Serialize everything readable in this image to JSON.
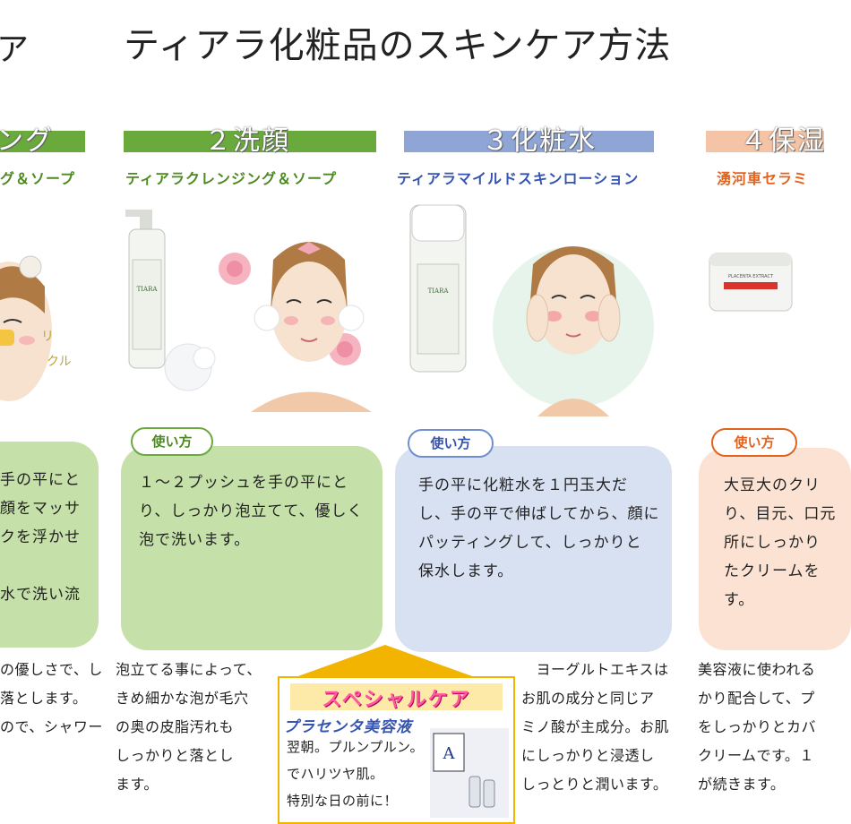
{
  "page": {
    "left_title_fragment": "ア",
    "title": "ティアラ化粧品のスキンケア方法"
  },
  "steps": [
    {
      "label": "ング",
      "product": "グ＆ソープ",
      "usage_tag": "",
      "usage_lines": [
        "手の平にと",
        "顔をマッサ",
        "クを浮かせ",
        "",
        "水で洗い流"
      ],
      "desc_lines": [
        "の優しさで、し",
        "落とします。",
        "ので、シャワー"
      ],
      "bar_color": "#6aaa3c",
      "text_color": "#4d8a22",
      "box_color": "#c5e0a9"
    },
    {
      "label": "２洗顔",
      "product": "ティアラクレンジング＆ソープ",
      "usage_tag": "使い方",
      "usage_lines": [
        "１〜２プッシュを手の平にと",
        "り、しっかり泡立てて、優しく",
        "泡で洗います。"
      ],
      "desc_lines": [
        "泡立てる事によって、",
        "きめ細かな泡が毛穴",
        "の奥の皮脂汚れも",
        "しっかりと落とし",
        "ます。"
      ],
      "bar_color": "#6aaa3c",
      "text_color": "#4d8a22",
      "box_color": "#c5e0a9"
    },
    {
      "label": "３化粧水",
      "product": "ティアラマイルドスキンローション",
      "usage_tag": "使い方",
      "usage_lines": [
        "手の平に化粧水を１円玉大だ",
        "し、手の平で伸ばしてから、顔に",
        "パッティングして、しっかりと",
        "保水します。"
      ],
      "desc_lines": [
        "　ヨーグルトエキスは",
        "お肌の成分と同じア",
        "ミノ酸が主成分。お肌",
        "にしっかりと浸透し",
        "しっとりと潤います。"
      ],
      "bar_color": "#8ea5d6",
      "text_color": "#3553b0",
      "box_color": "#d8e1f2"
    },
    {
      "label": "４保湿",
      "product": "湧河車セラミ",
      "usage_tag": "使い方",
      "usage_lines": [
        "大豆大のクリ",
        "り、目元、口元",
        "所にしっかり",
        "たクリームを",
        "す。"
      ],
      "desc_lines": [
        "美容液に使われる",
        "かり配合して、プ",
        "をしっかりとカバ",
        "クリームです。１",
        "が続きます。"
      ],
      "bar_color": "#f5c4a6",
      "text_color": "#e2631d",
      "box_color": "#fbe2d3"
    }
  ],
  "special": {
    "title": "スペシャルケア",
    "product": "プラセンタ美容液",
    "lines": [
      "翌朝。プルンプルン。",
      "でハリツヤ肌。",
      "特別な日の前に！"
    ]
  }
}
